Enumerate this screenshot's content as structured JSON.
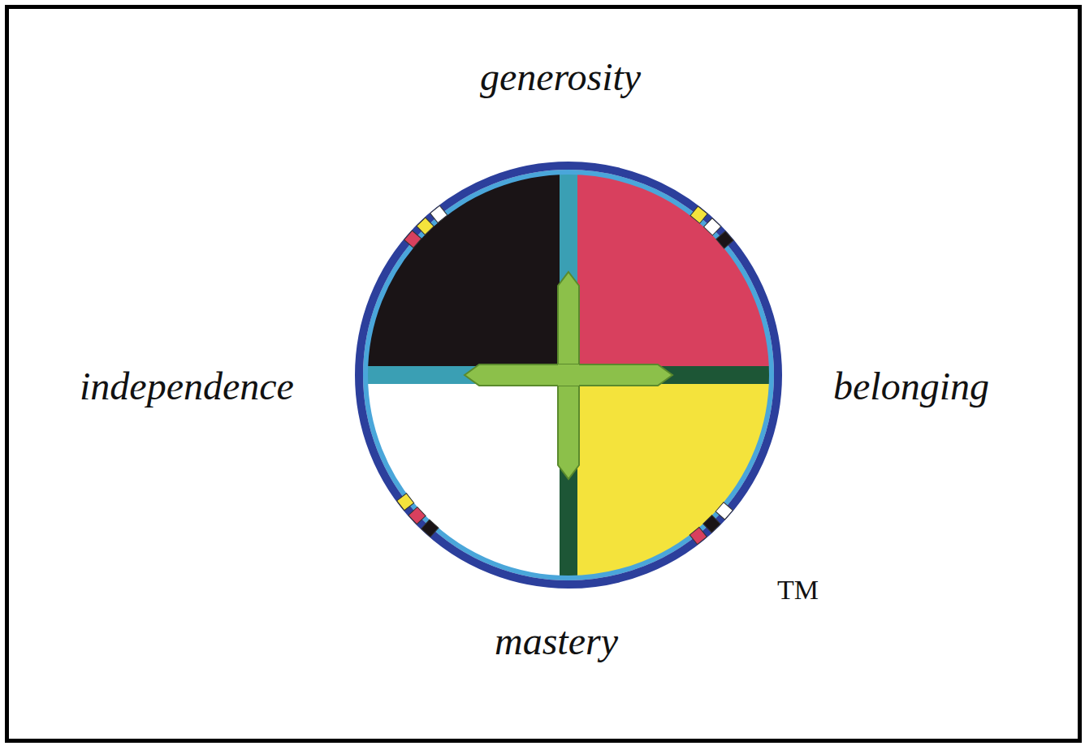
{
  "diagram": {
    "labels": [
      "generosity",
      "independence",
      "belonging",
      "mastery",
      "TM"
    ]
  }
}
